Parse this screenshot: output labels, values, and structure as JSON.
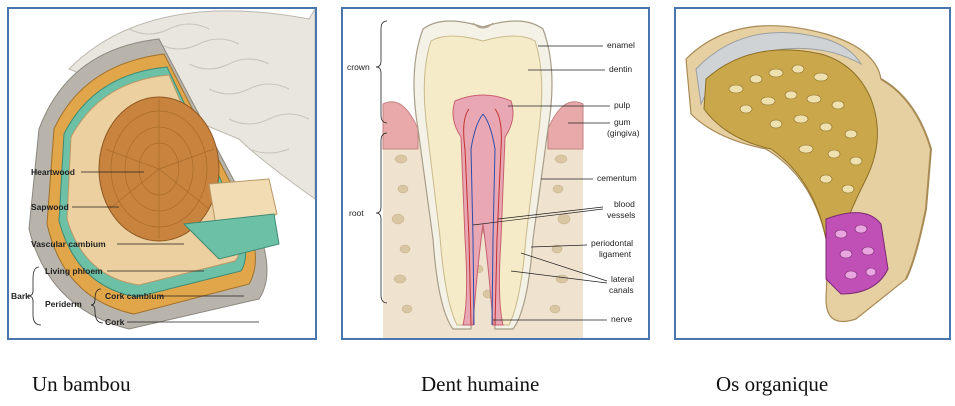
{
  "panels": [
    {
      "caption": "Un bambou",
      "labels": {
        "heartwood": "Heartwood",
        "sapwood": "Sapwood",
        "vascular_cambium": "Vascular cambium",
        "living_phloem": "Living phloem",
        "bark": "Bark",
        "periderm": "Periderm",
        "cork_cambium": "Cork cambium",
        "cork": "Cork"
      }
    },
    {
      "caption": "Dent humaine",
      "labels": {
        "crown": "crown",
        "root": "root",
        "enamel": "enamel",
        "dentin": "dentin",
        "pulp": "pulp",
        "gum": "gum",
        "gingiva": "(gingiva)",
        "cementum": "cementum",
        "blood": "blood",
        "vessels": "vessels",
        "periodontal": "periodontal",
        "ligament": "ligament",
        "lateral": "lateral",
        "canals": "canals",
        "nerve": "nerve"
      }
    },
    {
      "caption": "Os organique",
      "labels": {}
    }
  ],
  "colors": {
    "panel_border": "#4a76b0",
    "heartwood": "#c8843e",
    "sapwood": "#e9c690",
    "cambium": "#5fb39a",
    "enamel": "#f4f1e6",
    "dentin": "#f6ebc8",
    "gum": "#e7a9a9",
    "bone_spongy": "#c9a74a",
    "marrow": "#c04fb6"
  }
}
